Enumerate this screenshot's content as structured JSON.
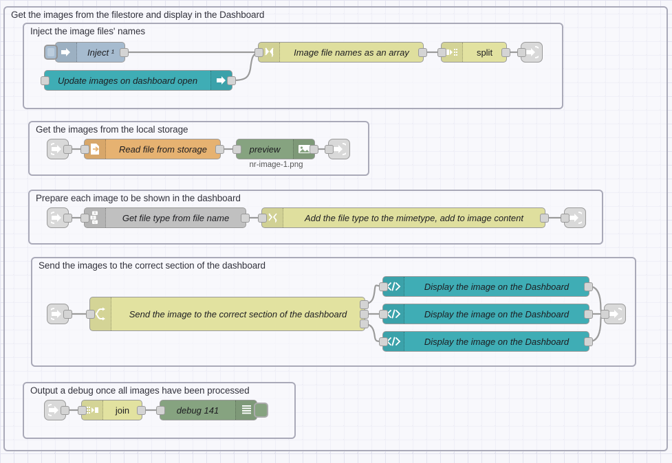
{
  "editor": {
    "app": "Node-RED flow editor",
    "canvas_background": "#f7f7fb",
    "grid_color": "#e3e3ef"
  },
  "groups": [
    {
      "id": "outer",
      "title": "Get the images from the filestore and display in the Dashboard"
    },
    {
      "id": "inject",
      "title": "Inject the image files' names"
    },
    {
      "id": "read",
      "title": "Get the images from the local storage"
    },
    {
      "id": "prep",
      "title": "Prepare each image to be shown in the dashboard"
    },
    {
      "id": "send",
      "title": "Send the images to the correct section of the dashboard"
    },
    {
      "id": "debug",
      "title": "Output a debug once all images have been processed"
    }
  ],
  "nodes": {
    "inject": {
      "label": "Inject ¹",
      "icon": "inject-arrow-icon",
      "color": "#a6bbcf"
    },
    "update_dashboard": {
      "label": "Update images on dashboard open",
      "icon": "link-call-arrow-icon",
      "color": "#3fadb5"
    },
    "image_file_names": {
      "label": "Image file names as an array",
      "icon": "function-icon",
      "color": "#dfdf9e"
    },
    "split": {
      "label": "split",
      "icon": "split-icon",
      "color": "#e2e2a0"
    },
    "read_file": {
      "label": "Read file from storage",
      "icon": "file-in-icon",
      "color": "#e6b271"
    },
    "preview": {
      "label": "preview",
      "icon": "image-icon",
      "color": "#86a380",
      "sublabel": "nr-image-1.png"
    },
    "get_file_type": {
      "label": "Get file type from file name",
      "icon": "change-abc-icon",
      "color": "#c0c0c0"
    },
    "add_mimetype": {
      "label": "Add the file type to the mimetype, add to image content",
      "icon": "function-icon",
      "color": "#dfdf9e"
    },
    "send_switch": {
      "label": "Send the image to the correct section of the dashboard",
      "icon": "switch-icon",
      "color": "#e2e2a0"
    },
    "display_1": {
      "label": "Display the image on the Dashboard",
      "icon": "template-code-icon",
      "color": "#3fadb5"
    },
    "display_2": {
      "label": "Display the image on the Dashboard",
      "icon": "template-code-icon",
      "color": "#3fadb5"
    },
    "display_3": {
      "label": "Display the image on the Dashboard",
      "icon": "template-code-icon",
      "color": "#3fadb5"
    },
    "join": {
      "label": "join",
      "icon": "join-icon",
      "color": "#e2e2a0"
    },
    "debug": {
      "label": "debug 141",
      "icon": "debug-lines-icon",
      "color": "#86a380"
    },
    "link_out_1": {
      "icon": "link-out-icon",
      "color": "#d9d9d9"
    },
    "link_in_2": {
      "icon": "link-in-icon",
      "color": "#d9d9d9"
    },
    "link_out_2": {
      "icon": "link-out-icon",
      "color": "#d9d9d9"
    },
    "link_in_3": {
      "icon": "link-in-icon",
      "color": "#d9d9d9"
    },
    "link_out_3": {
      "icon": "link-out-icon",
      "color": "#d9d9d9"
    },
    "link_in_4": {
      "icon": "link-in-icon",
      "color": "#d9d9d9"
    },
    "link_out_4": {
      "icon": "link-out-icon",
      "color": "#d9d9d9"
    },
    "link_in_5": {
      "icon": "link-in-icon",
      "color": "#d9d9d9"
    }
  }
}
